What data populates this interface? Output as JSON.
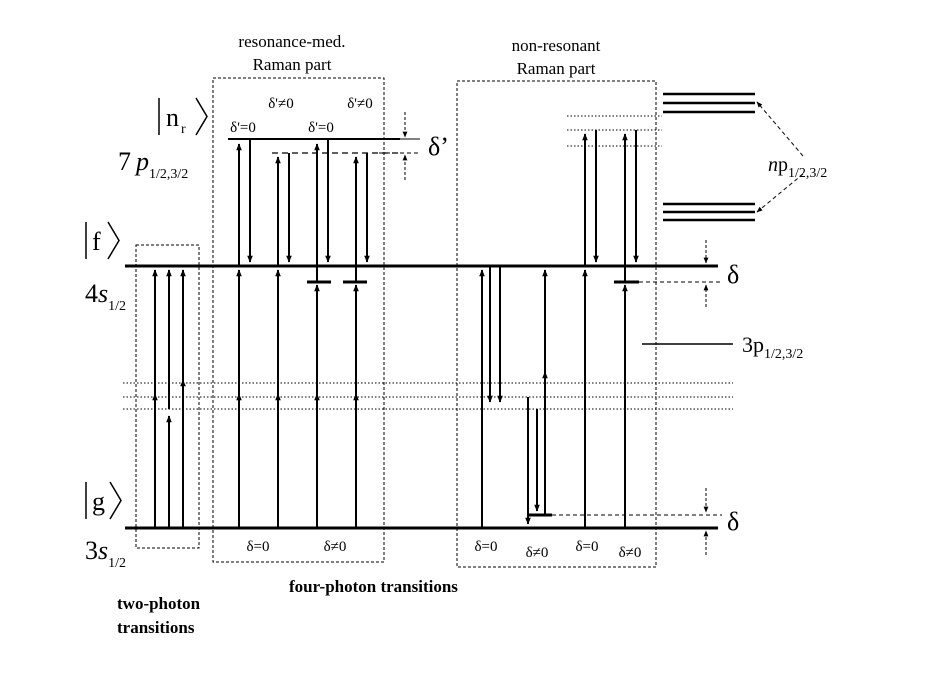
{
  "states": {
    "nr_ket": "n",
    "nr_sub": "r",
    "seven_p": "7",
    "seven_p_italic": "p",
    "seven_p_sub": "1/2,3/2",
    "f_ket": "f",
    "four_s": "4",
    "four_s_italic": "s",
    "four_s_sub": "1/2",
    "g_ket": "g",
    "three_s": "3",
    "three_s_italic": "s",
    "three_s_sub": "1/2"
  },
  "labels": {
    "resonance_line1": "resonance-med.",
    "resonance_line2": "Raman part",
    "nonres_line1": "non-resonant",
    "nonres_line2": "Raman part",
    "np_italic": "n",
    "np_main": "p",
    "np_sub": "1/2,3/2",
    "three_p_main": "3p",
    "three_p_sub": "1/2,3/2",
    "delta": "δ",
    "delta_prime": "δ’",
    "two_photon_1": "two-photon",
    "two_photon_2": "transitions",
    "four_photon": "four-photon transitions"
  },
  "detunings": {
    "dp_zero_1": "δ'=0",
    "dp_nonzero_1": "δ'≠0",
    "dp_zero_2": "δ'=0",
    "dp_nonzero_2": "δ'≠0",
    "bottom_res_zero": "δ=0",
    "bottom_res_nonzero": "δ≠0",
    "bottom_non_zero_1": "δ=0",
    "bottom_non_nonzero_1": "δ≠0",
    "bottom_non_zero_2": "δ=0",
    "bottom_non_nonzero_2": "δ≠0"
  }
}
